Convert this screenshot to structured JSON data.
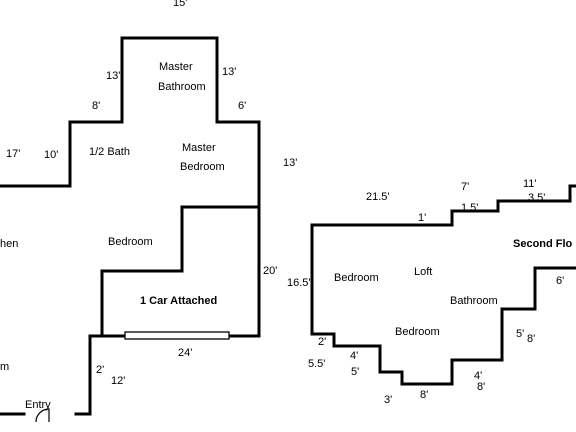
{
  "dimensions": {
    "top_15": "15'",
    "d13_left": "13'",
    "d13_right": "13'",
    "d8_top": "8'",
    "d6_top": "6'",
    "d17": "17'",
    "d10": "10'",
    "d13_mid": "13'",
    "d20": "20'",
    "d24": "24'",
    "d2_left": "2'",
    "d12": "12'",
    "d21_5": "21.5'",
    "d1": "1'",
    "d7": "7'",
    "d1_5": "1.5'",
    "d11": "11'",
    "d3_5": "3.5'",
    "d16_5": "16.5'",
    "d6_right": "6'",
    "d2_right": "2'",
    "d5_5": "5.5'",
    "d4_a": "4'",
    "d5": "5'",
    "d5_b": "5'",
    "d8_b": "8'",
    "d4_b": "4'",
    "d8_c": "8'",
    "d3": "3'",
    "d8_bottom": "8'"
  },
  "rooms": {
    "master_bath_line1": "Master",
    "master_bath_line2": "Bathroom",
    "half_bath": "1/2 Bath",
    "master_bed_line1": "Master",
    "master_bed_line2": "Bedroom",
    "bedroom_left": "Bedroom",
    "garage": "1 Car Attached",
    "kitchen_partial": "hen",
    "partial_m": "m",
    "entry": "Entry",
    "bedroom_right": "Bedroom",
    "loft": "Loft",
    "bedroom_lower": "Bedroom",
    "bathroom_right": "Bathroom",
    "second_floor": "Second Flo"
  }
}
